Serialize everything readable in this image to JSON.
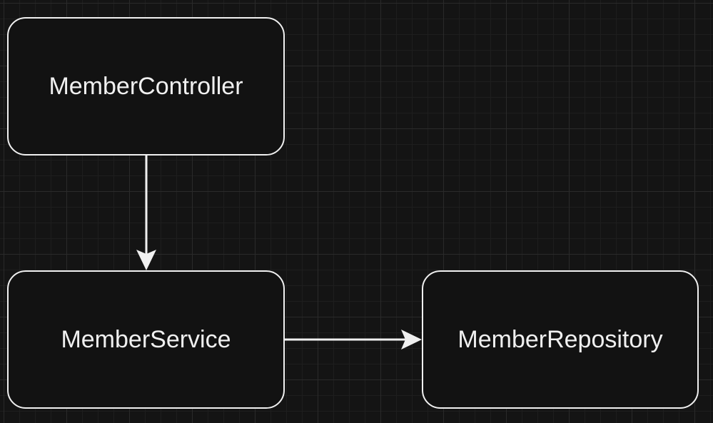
{
  "diagram": {
    "nodes": [
      {
        "id": "controller",
        "label": "MemberController"
      },
      {
        "id": "service",
        "label": "MemberService"
      },
      {
        "id": "repository",
        "label": "MemberRepository"
      }
    ],
    "edges": [
      {
        "from": "controller",
        "to": "service"
      },
      {
        "from": "service",
        "to": "repository"
      }
    ],
    "colors": {
      "background": "#141414",
      "stroke": "#f0f0f0",
      "text": "#f0f0f0"
    }
  }
}
